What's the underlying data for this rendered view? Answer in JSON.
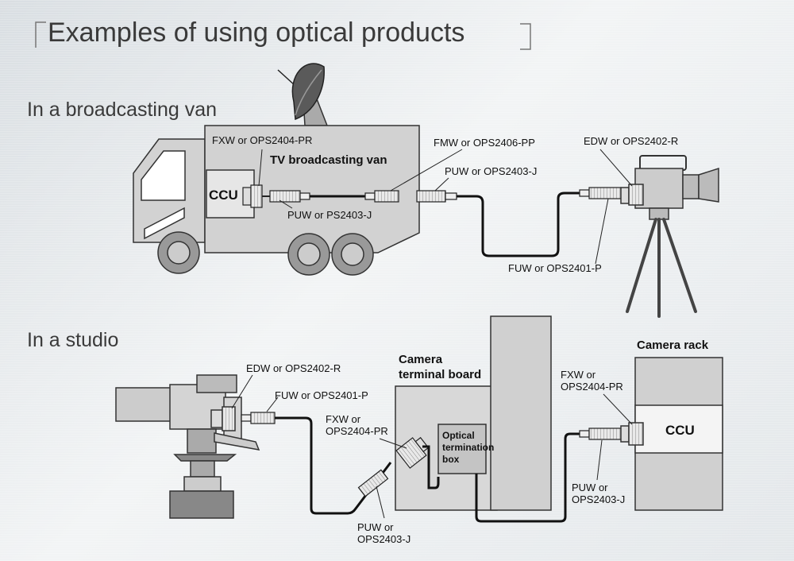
{
  "title": "Examples of using optical products",
  "sections": {
    "van": "In a broadcasting van",
    "studio": "In a studio"
  },
  "van": {
    "vehicle_label": "TV broadcasting van",
    "ccu": "CCU",
    "fxw_ops2404_pr": "FXW or OPS2404-PR",
    "puw_ps2403_j": "PUW or PS2403-J",
    "fmw_ops2406_pp": "FMW or OPS2406-PP",
    "puw_ops2403_j": "PUW or OPS2403-J",
    "edw_ops2402_r": "EDW or OPS2402-R",
    "fuw_ops2401_p": "FUW or OPS2401-P"
  },
  "studio": {
    "edw_ops2402_r": "EDW or OPS2402-R",
    "fuw_ops2401_p": "FUW or OPS2401-P",
    "terminal_board_line1": "Camera",
    "terminal_board_line2": "terminal board",
    "fxw_left_line1": "FXW or",
    "fxw_left_line2": "OPS2404-PR",
    "termination_box_line1": "Optical",
    "termination_box_line2": "termination",
    "termination_box_line3": "box",
    "puw_left_line1": "PUW or",
    "puw_left_line2": "OPS2403-J",
    "camera_rack": "Camera rack",
    "fxw_right_line1": "FXW or",
    "fxw_right_line2": "OPS2404-PR",
    "ccu": "CCU",
    "puw_right_line1": "PUW or",
    "puw_right_line2": "OPS2403-J"
  }
}
